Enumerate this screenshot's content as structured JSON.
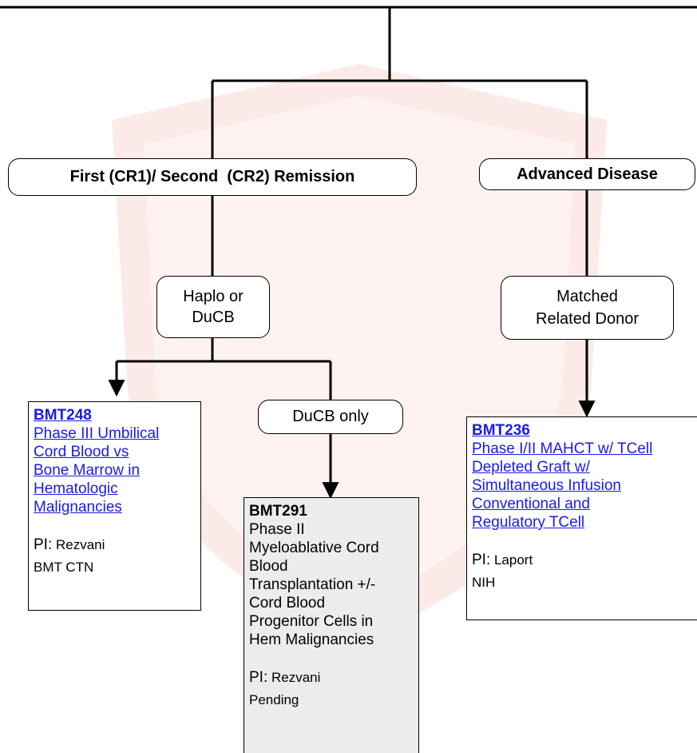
{
  "nodes": {
    "remission": "First (CR1)/ Second  (CR2) Remission",
    "advanced": "Advanced Disease",
    "haplo": [
      "Haplo or",
      "DuCB"
    ],
    "matched": [
      "Matched",
      "Related Donor"
    ],
    "ducb_only": "DuCB only"
  },
  "trials": {
    "bmt248": {
      "id": "BMT248",
      "title_lines": [
        "Phase III Umbilical",
        "Cord Blood vs",
        "Bone Marrow in",
        "Hematologic",
        "Malignancies"
      ],
      "pi_key": "PI:",
      "pi": "Rezvani",
      "sponsor": "BMT CTN"
    },
    "bmt291": {
      "id": "BMT291",
      "title_lines": [
        "Phase II",
        "Myeloablative Cord",
        "Blood",
        "Transplantation +/-",
        "Cord Blood",
        "Progenitor Cells in",
        "Hem Malignancies"
      ],
      "pi_key": "PI:",
      "pi": "Rezvani",
      "sponsor": "Pending"
    },
    "bmt236": {
      "id": "BMT236",
      "title_lines": [
        "Phase I/II MAHCT w/ TCell",
        "Depleted Graft w/",
        "Simultaneous Infusion",
        "Conventional and",
        "Regulatory TCell"
      ],
      "pi_key": "PI:",
      "pi": "Laport",
      "sponsor": "NIH"
    }
  },
  "colors": {
    "link": "#1a1ae6",
    "gray_card": "#ececec",
    "watermark": "#fbeae8"
  }
}
